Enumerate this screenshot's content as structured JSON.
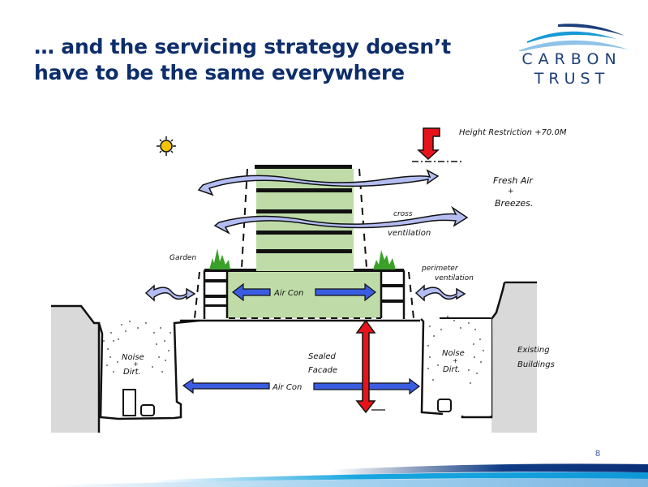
{
  "slide": {
    "title_line1": "… and the servicing strategy doesn’t",
    "title_line2": "have to be the same everywhere",
    "page_number": "8"
  },
  "logo": {
    "line1": "CARBON",
    "line2": "TRUST",
    "colors": {
      "dark": "#1c3f7a",
      "mid": "#1a9ad6",
      "light": "#8fc3e8"
    }
  },
  "diagram": {
    "labels": {
      "height_restriction": "Height Restriction +70.0M",
      "fresh_air": "Fresh Air",
      "plus1": "+",
      "breezes": "Breezes.",
      "cross": "cross",
      "ventilation": "ventilation",
      "garden": "Garden",
      "perimeter": "perimeter",
      "perimeter_ventilation": "ventilation",
      "air_con_upper": "Air Con",
      "sealed": "Sealed",
      "facade": "Facade",
      "air_con_lower": "Air Con",
      "noise_left_1": "Noise",
      "noise_left_plus": "+",
      "noise_left_2": "Dirt.",
      "noise_right_1": "Noise",
      "noise_right_plus": "+",
      "noise_right_2": "Dirt.",
      "existing": "Existing",
      "buildings": "Buildings"
    },
    "icons": [
      "sun-icon",
      "height-limit-arrow-icon",
      "vertical-double-arrow-icon"
    ],
    "colors": {
      "building_green": "#bfdca8",
      "ground_grey": "#d9d9d9",
      "airflow_lavender": "#b3bdf2",
      "aircon_blue": "#3a5ce0",
      "alert_red": "#e8121a",
      "sun_yellow": "#f5c400",
      "garden_green": "#3aa02a"
    }
  }
}
